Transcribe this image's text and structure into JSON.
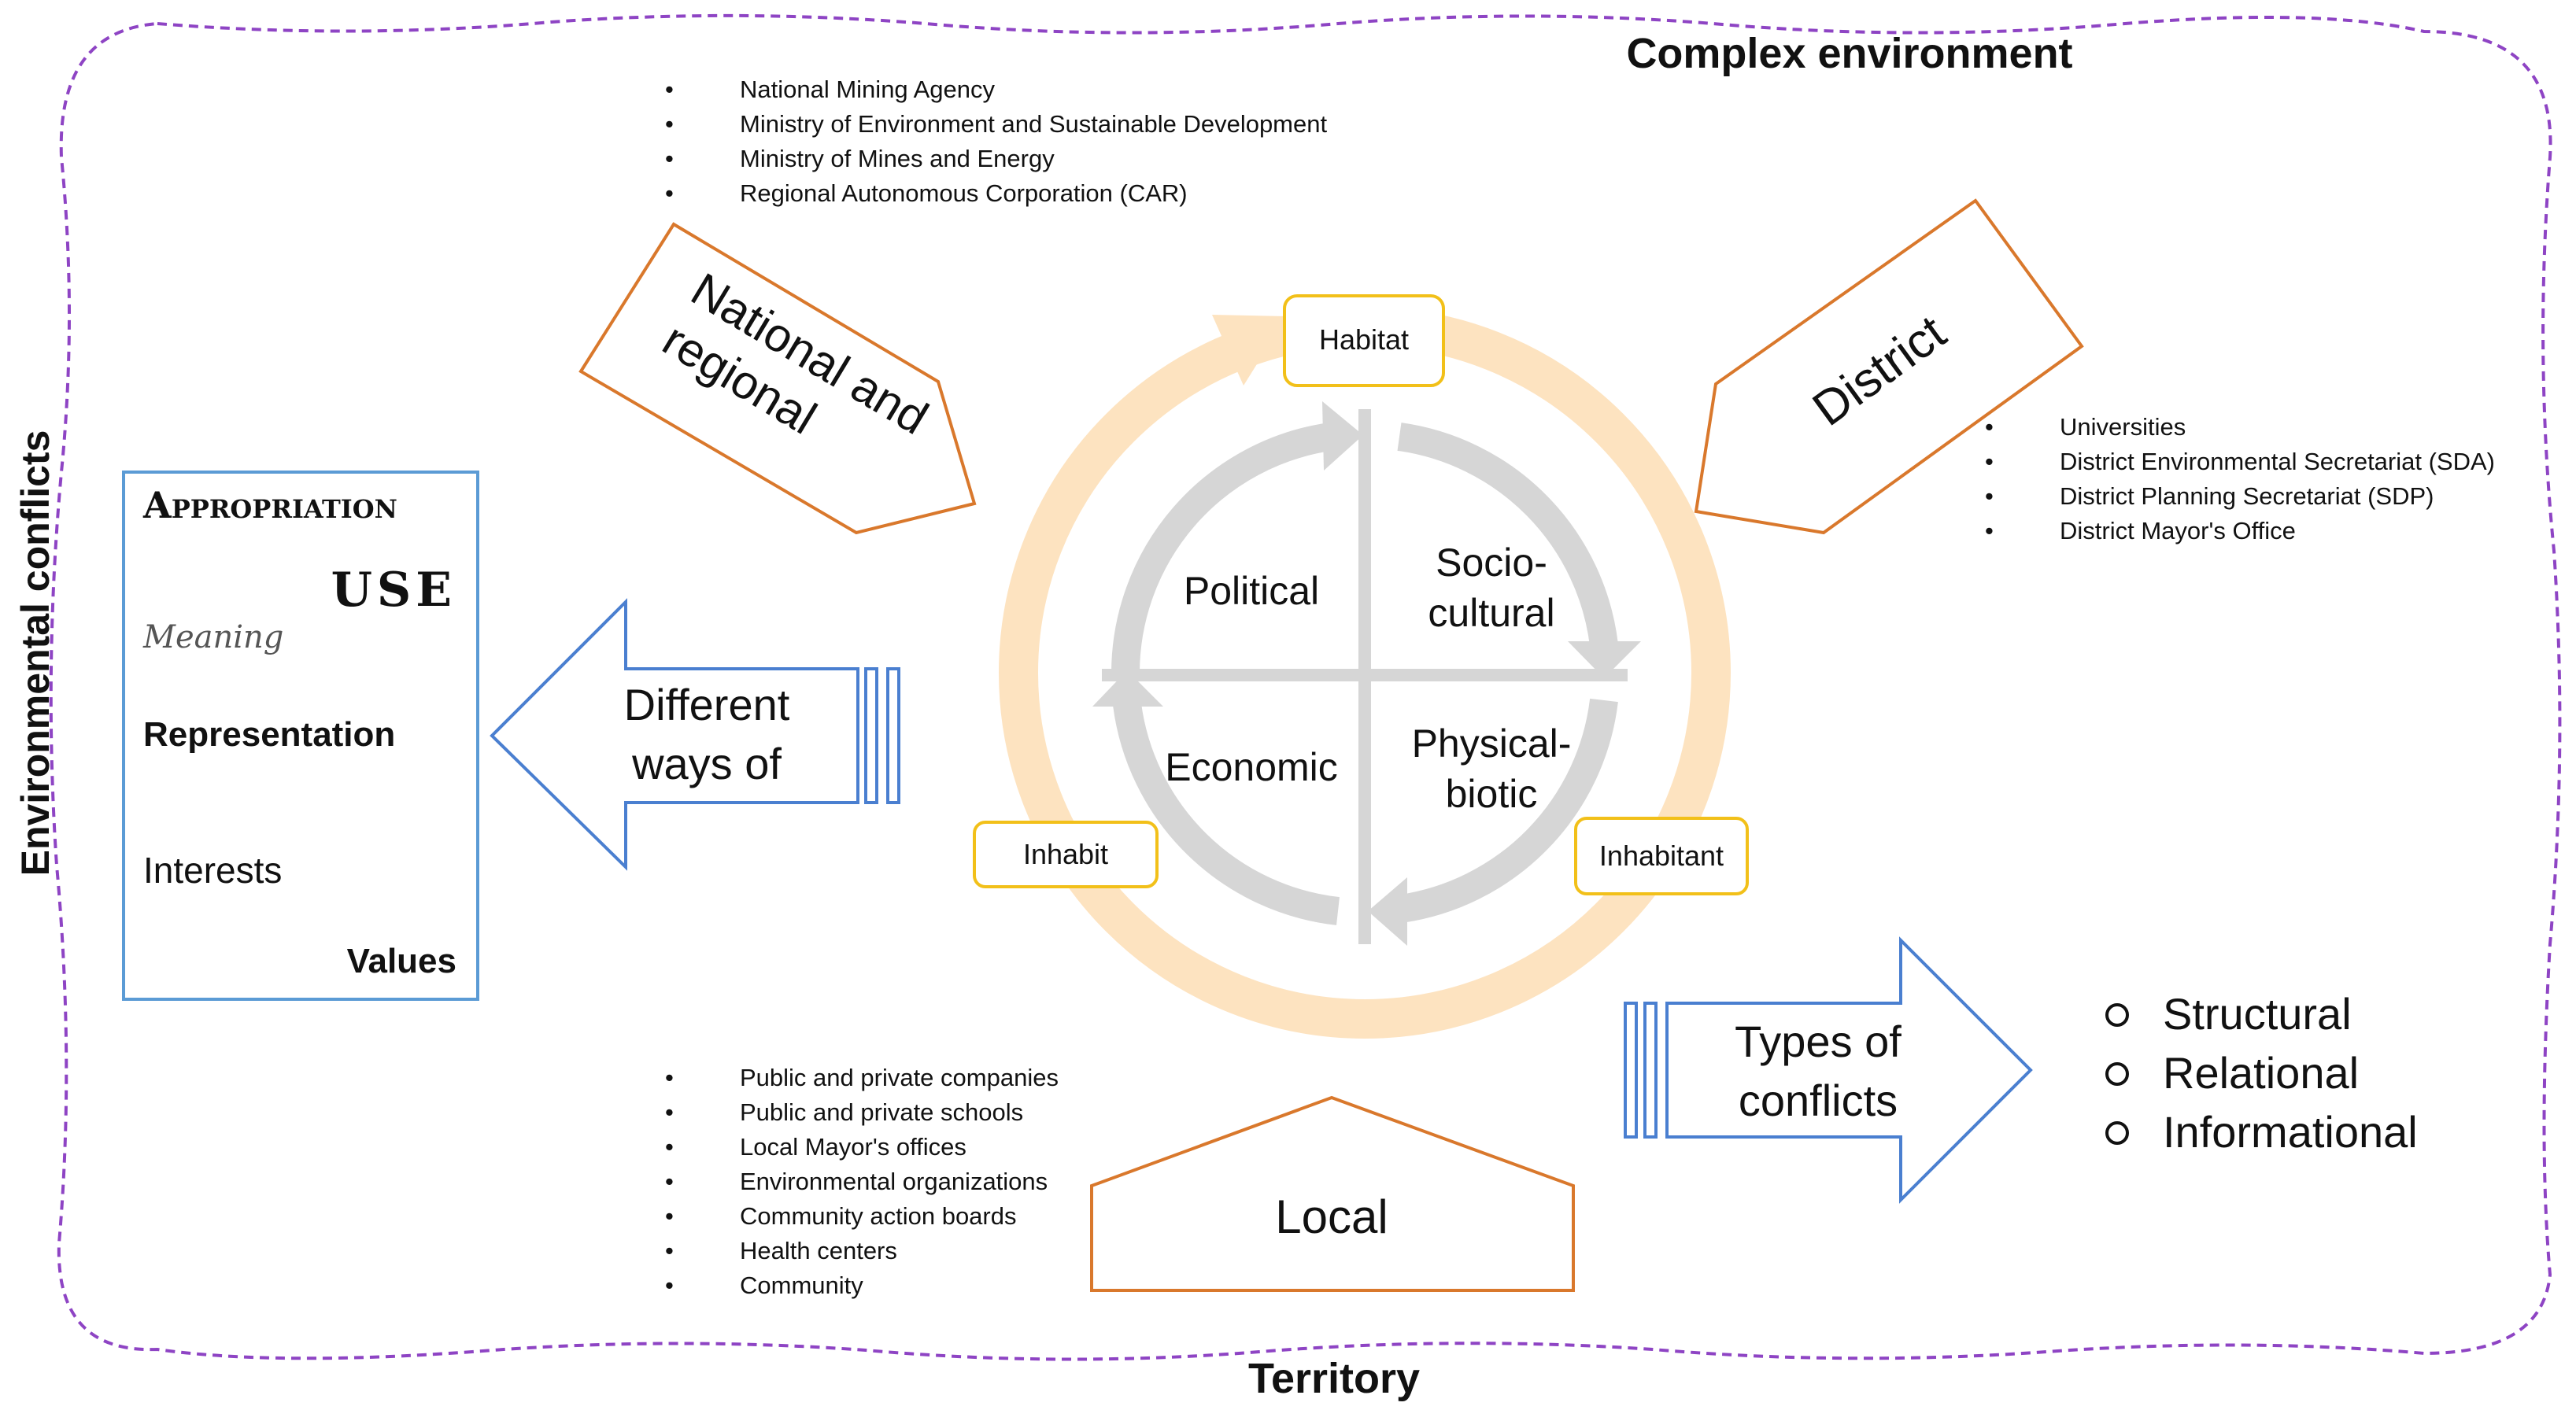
{
  "title": "Complex environment",
  "left_label": "Environmental conflicts",
  "bottom_label": "Territory",
  "center": {
    "top_node": "Habitat",
    "left_node": "Inhabit",
    "right_node": "Inhabitant",
    "quadrants": {
      "political": "Political",
      "sociocultural": [
        "Socio-",
        "cultural"
      ],
      "economic": "Economic",
      "physical_biotic": [
        "Physical-",
        "biotic"
      ]
    },
    "colors": {
      "outer_ring": "#fde3c0",
      "inner_ring": "#d6d6d6",
      "node_border": "#f2c019"
    }
  },
  "national": {
    "label": [
      "National and",
      "regional"
    ],
    "items": [
      "National Mining Agency",
      "Ministry of Environment and Sustainable Development",
      "Ministry of Mines and Energy",
      "Regional Autonomous Corporation (CAR)"
    ]
  },
  "district": {
    "label": "District",
    "items": [
      "Universities",
      "District Environmental Secretariat (SDA)",
      "District Planning Secretariat (SDP)",
      "District Mayor's Office"
    ]
  },
  "local": {
    "label": "Local",
    "items": [
      "Public and private companies",
      "Public and private schools",
      "Local Mayor's offices",
      "Environmental organizations",
      "Community action boards",
      "Health centers",
      "Community"
    ]
  },
  "ways": {
    "label": [
      "Different",
      "ways of"
    ],
    "items": [
      "Appropriation",
      "USE",
      "Meaning",
      "Representation",
      "Interests",
      "Values"
    ]
  },
  "conflicts": {
    "label": [
      "Types of",
      "conflicts"
    ],
    "items": [
      "Structural",
      "Relational",
      "Informational"
    ]
  },
  "colors": {
    "dashed_border": "#8e44c4",
    "orange_arrow": "#d9782c",
    "blue_arrow": "#4a7fd0",
    "blue_box": "#5b9bd5"
  }
}
